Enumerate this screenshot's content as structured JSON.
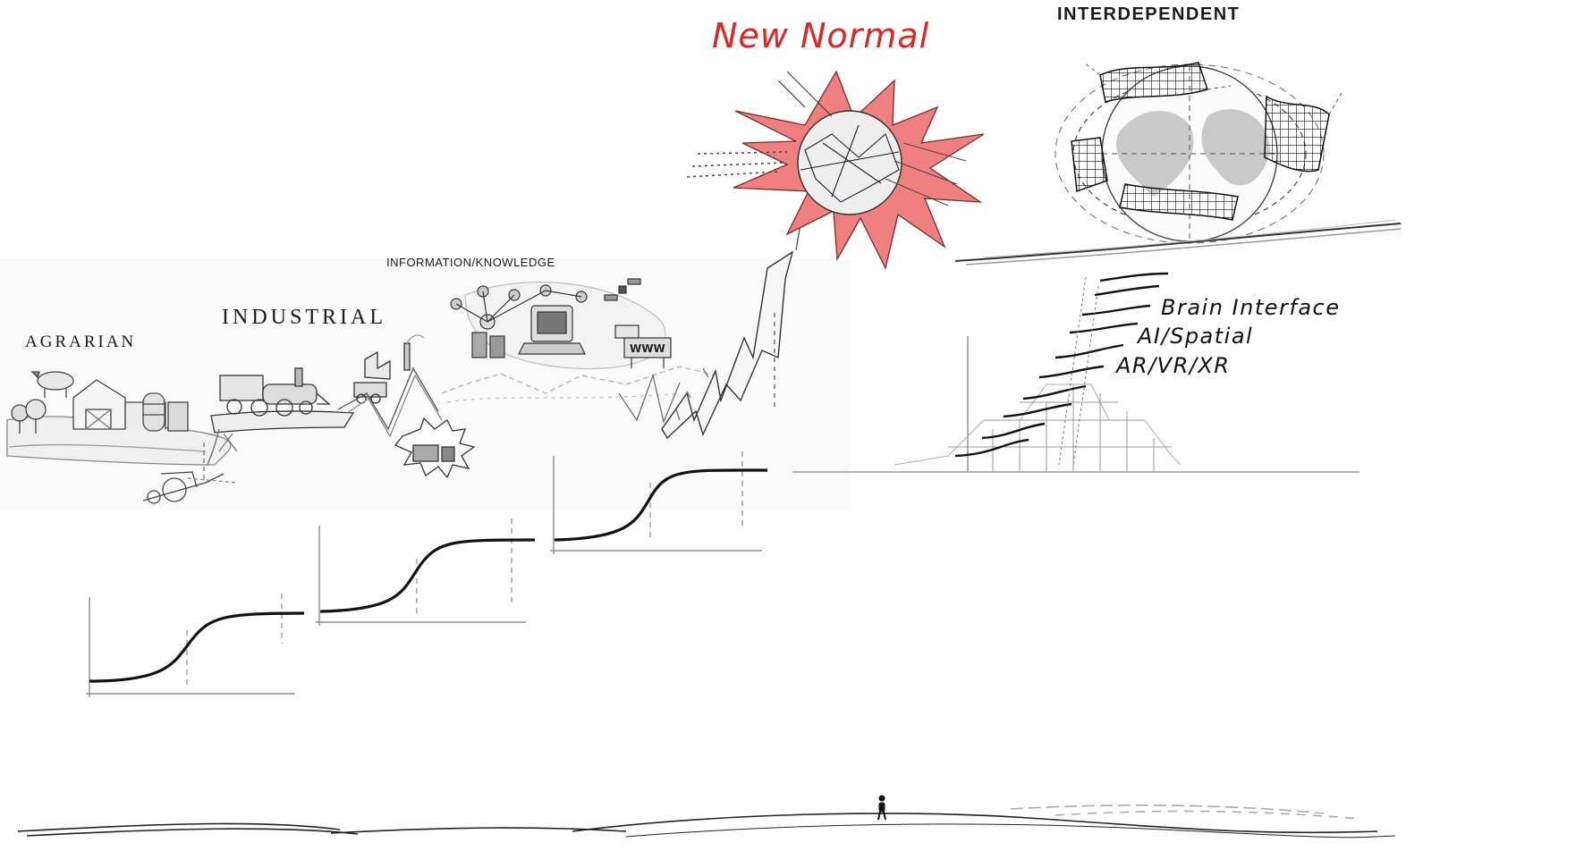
{
  "labels": {
    "agrarian": "AGRARIAN",
    "industrial": "INDUSTRIAL",
    "information": "INFORMATION/KNOWLEDGE",
    "new_normal": "New Normal",
    "interdependent": "INTERDEPENDENT",
    "brain_interface": "Brain Interface",
    "ai_spatial": "AI/Spatial",
    "ar_vr_xr": "AR/VR/XR"
  },
  "colors": {
    "accent_red": "#e02424",
    "explosion_fill": "#f08080",
    "ink": "#1a1a1a",
    "sketch_gray": "#9a9a9a"
  },
  "icons": [
    "cow-icon",
    "barn-icon",
    "silo-icon",
    "locomotive-icon",
    "factory-icon",
    "computer-icon",
    "satellite-icon",
    "www-sign-icon",
    "explosion-icon",
    "globe-icon",
    "person-icon"
  ]
}
